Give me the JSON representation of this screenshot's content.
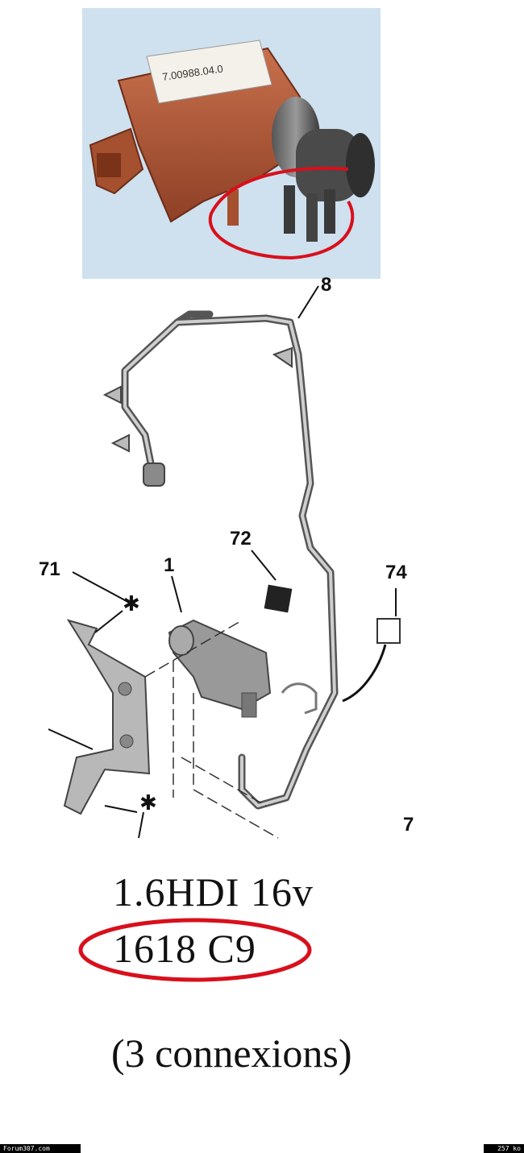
{
  "photo": {
    "part_label": "7.00988.04.0"
  },
  "callouts": {
    "c8": "8",
    "c71": "71",
    "c1": "1",
    "c72": "72",
    "c74": "74",
    "c7": "7"
  },
  "caption": {
    "line1": "1.6HDI 16v",
    "line2": "1618 C9",
    "line3": "(3 connexions)"
  },
  "footer": {
    "left": "Forum307.com",
    "right": "257 ko"
  },
  "colors": {
    "highlight_red": "#d8101c",
    "valve_body": "#b0583a",
    "photo_bg": "#cfe0ee"
  }
}
